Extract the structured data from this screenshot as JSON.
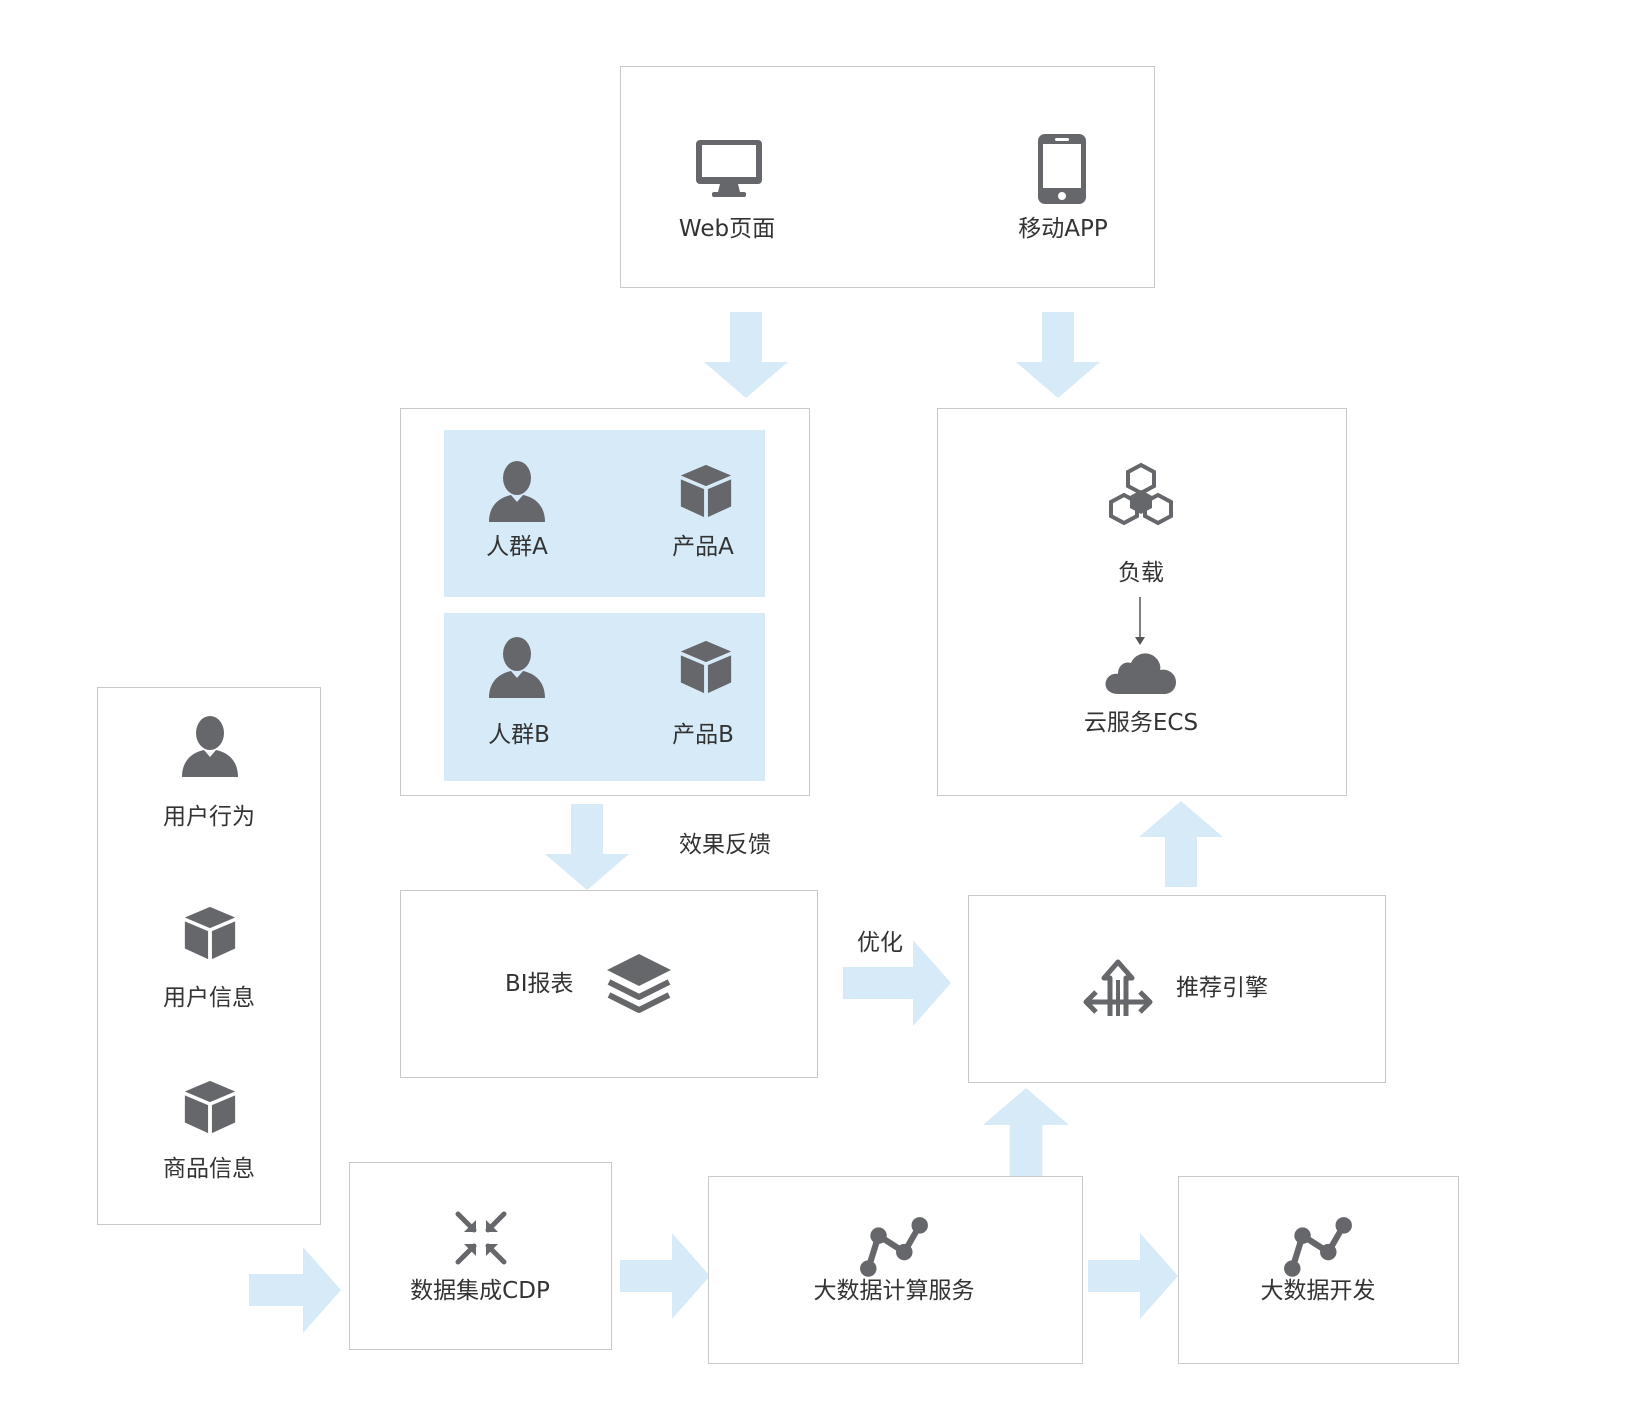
{
  "colors": {
    "icon": "#66676a",
    "arrow": "#d6eaf8",
    "panel": "#d6eaf8",
    "border": "#c9c9c9",
    "text": "#333333"
  },
  "clients": {
    "web": {
      "label": "Web页面",
      "icon": "monitor-icon"
    },
    "app": {
      "label": "移动APP",
      "icon": "phone-icon"
    }
  },
  "segments": {
    "crowd_a": {
      "label": "人群A",
      "icon": "user-icon"
    },
    "product_a": {
      "label": "产品A",
      "icon": "box-icon"
    },
    "crowd_b": {
      "label": "人群B",
      "icon": "user-icon"
    },
    "product_b": {
      "label": "产品B",
      "icon": "box-icon"
    }
  },
  "cloud": {
    "load": {
      "label": "负载",
      "icon": "hexagon-cluster-icon"
    },
    "ecs": {
      "label": "云服务ECS",
      "icon": "cloud-icon"
    }
  },
  "sources": {
    "behavior": {
      "label": "用户行为",
      "icon": "user-icon"
    },
    "user_info": {
      "label": "用户信息",
      "icon": "box-icon"
    },
    "goods_info": {
      "label": "商品信息",
      "icon": "box-icon"
    }
  },
  "bi": {
    "label": "BI报表",
    "icon": "layers-icon"
  },
  "engine": {
    "label": "推荐引擎",
    "icon": "direction-arrows-icon"
  },
  "cdp": {
    "label": "数据集成CDP",
    "icon": "compress-arrows-icon"
  },
  "compute": {
    "label": "大数据计算服务",
    "icon": "line-graph-icon"
  },
  "dev": {
    "label": "大数据开发",
    "icon": "line-graph-icon"
  },
  "flow_labels": {
    "feedback": "效果反馈",
    "optimize": "优化"
  }
}
